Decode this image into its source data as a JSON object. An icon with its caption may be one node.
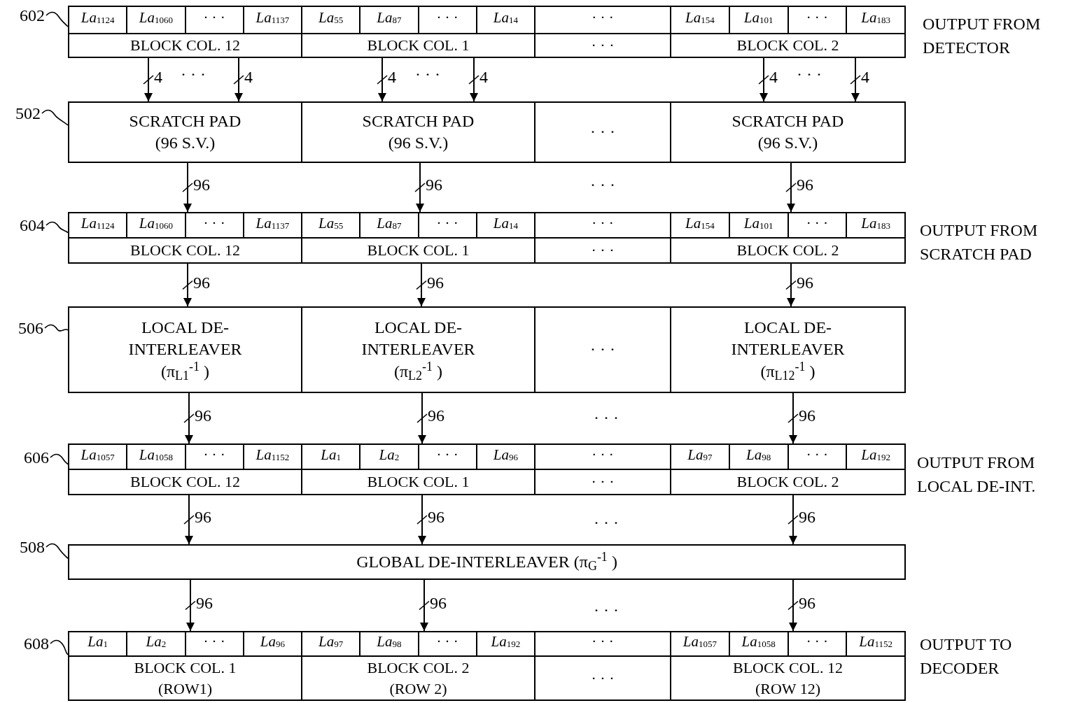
{
  "diagram": {
    "nodes": [
      {
        "text": [
          "602"
        ]
      },
      {
        "text": [
          "*La*$_{1124}$",
          "*La*$_{1060}$",
          "· · ·",
          "*La*$_{1137}$",
          "BLOCK COL. 12"
        ]
      },
      {
        "text": [
          "*La*$_{55}$",
          "*La*$_{87}$",
          "· · ·",
          "*La*$_{14}$",
          "BLOCK COL. 1"
        ]
      },
      {
        "text": [
          "· · ·",
          "· · ·"
        ]
      },
      {
        "text": [
          "*La*$_{154}$",
          "*La*$_{101}$",
          "· · ·",
          "*La*$_{183}$",
          "BLOCK COL. 2"
        ]
      },
      {
        "text": [
          "502"
        ]
      },
      {
        "text": [
          "SCRATCH PAD (96 S.V.)"
        ]
      },
      {
        "text": [
          "SCRATCH PAD (96 S.V.)"
        ]
      },
      {
        "text": [
          "· · ·"
        ]
      },
      {
        "text": [
          "SCRATCH PAD (96 S.V.)"
        ]
      },
      {
        "text": [
          "604"
        ]
      },
      {
        "text": [
          "*La*$_{1124}$",
          "*La*$_{1060}$",
          "· · ·",
          "*La*$_{1137}$",
          "BLOCK COL. 12"
        ]
      },
      {
        "text": [
          "*La*$_{55}$",
          "*La*$_{87}$",
          "· · ·",
          "*La*$_{14}$",
          "BLOCK COL. 1"
        ]
      },
      {
        "text": [
          "· · ·",
          "· · ·"
        ]
      },
      {
        "text": [
          "*La*$_{154}$",
          "*La*$_{101}$",
          "· · ·",
          "*La*$_{183}$",
          "BLOCK COL. 2"
        ]
      },
      {
        "text": [
          "506"
        ]
      },
      {
        "text": [
          "LOCAL DE-INTERLEAVER",
          "(π$_{L1}$$^{-1}$ )"
        ]
      },
      {
        "text": [
          "LOCAL DE-INTERLEAVER",
          "(π$_{L2}$$^{-1}$ )"
        ]
      },
      {
        "text": [
          "· · ·"
        ]
      },
      {
        "text": [
          "LOCAL DE-INTERLEAVER",
          "(π$_{L12}$$^{-1}$ )"
        ]
      },
      {
        "text": [
          "606"
        ]
      },
      {
        "text": [
          "*La*$_{1057}$",
          "*La*$_{1058}$",
          "· · ·",
          "*La*$_{1152}$",
          "BLOCK COL. 12"
        ]
      },
      {
        "text": [
          "*La*$_{1}$",
          "*La*$_{2}$",
          "· · ·",
          "*La*$_{96}$",
          "BLOCK COL. 1"
        ]
      },
      {
        "text": [
          "· · ·",
          "· · ·"
        ]
      },
      {
        "text": [
          "*La*$_{97}$",
          "*La*$_{98}$",
          "· · ·",
          "*La*$_{192}$",
          "BLOCK COL. 2"
        ]
      },
      {
        "text": [
          "508"
        ]
      },
      {
        "text": [
          "GLOBAL DE-INTERLEAVER (π$_{G}$$^{-1}$ )"
        ]
      },
      {
        "text": [
          "608"
        ]
      },
      {
        "text": [
          "*La*$_{1}$",
          "*La*$_{2}$",
          "· · ·",
          "*La*$_{96}$",
          "BLOCK COL. 1 (ROW1)"
        ]
      },
      {
        "text": [
          "*La*$_{97}$",
          "*La*$_{98}$",
          "· · ·",
          "*La*$_{192}$",
          "BLOCK COL. 2 (ROW 2)"
        ]
      },
      {
        "text": [
          "· · ·",
          "· · ·"
        ]
      },
      {
        "text": [
          "*La*$_{1057}$",
          "*La*$_{1058}$",
          "· · ·",
          "*La*$_{1152}$",
          "BLOCK COL. 12 (ROW 12)"
        ]
      }
    ],
    "edges": [
      {
        "from": 0,
        "to": 1,
        "arrow": "none"
      },
      {
        "from": 5,
        "to": 6,
        "arrow": "none"
      },
      {
        "from": 10,
        "to": 11,
        "arrow": "none"
      },
      {
        "from": 15,
        "to": 16,
        "arrow": "none"
      },
      {
        "from": 20,
        "to": 21,
        "arrow": "none"
      },
      {
        "from": 25,
        "to": 26,
        "arrow": "none"
      },
      {
        "from": 27,
        "to": 28,
        "arrow": "none"
      },
      {
        "from": 1,
        "to": 6,
        "arrow": "to",
        "label": "4"
      },
      {
        "from": 1,
        "to": 6,
        "arrow": "to",
        "label": "4"
      },
      {
        "from": 2,
        "to": 7,
        "arrow": "to",
        "label": "4"
      },
      {
        "from": 2,
        "to": 7,
        "arrow": "to",
        "label": "4"
      },
      {
        "from": 4,
        "to": 9,
        "arrow": "to",
        "label": "4"
      },
      {
        "from": 4,
        "to": 9,
        "arrow": "to",
        "label": "4"
      },
      {
        "from": 6,
        "to": 11,
        "arrow": "to",
        "label": "96"
      },
      {
        "from": 7,
        "to": 12,
        "arrow": "to",
        "label": "96"
      },
      {
        "from": 9,
        "to": 14,
        "arrow": "to",
        "label": "96"
      },
      {
        "from": 11,
        "to": 16,
        "arrow": "to",
        "label": "96"
      },
      {
        "from": 12,
        "to": 17,
        "arrow": "to",
        "label": "96"
      },
      {
        "from": 14,
        "to": 19,
        "arrow": "to",
        "label": "96"
      },
      {
        "from": 16,
        "to": 21,
        "arrow": "to",
        "label": "96"
      },
      {
        "from": 17,
        "to": 22,
        "arrow": "to",
        "label": "96"
      },
      {
        "from": 19,
        "to": 24,
        "arrow": "to",
        "label": "96"
      },
      {
        "from": 21,
        "to": 26,
        "arrow": "to",
        "label": "96"
      },
      {
        "from": 22,
        "to": 26,
        "arrow": "to",
        "label": "96"
      },
      {
        "from": 24,
        "to": 26,
        "arrow": "to",
        "label": "96"
      },
      {
        "from": 26,
        "to": 28,
        "arrow": "to",
        "label": "96"
      },
      {
        "from": 26,
        "to": 29,
        "arrow": "to",
        "label": "96"
      },
      {
        "from": 26,
        "to": 31,
        "arrow": "to",
        "label": "96"
      }
    ],
    "labels": [
      "OUTPUT FROM DETECTOR",
      "· · ·",
      "· · ·",
      "· · ·",
      "· · ·",
      "OUTPUT FROM SCRATCH PAD",
      "· · ·",
      "OUTPUT FROM LOCAL DE-INT.",
      "· · ·",
      "· · ·",
      "OUTPUT TO DECODER"
    ]
  }
}
